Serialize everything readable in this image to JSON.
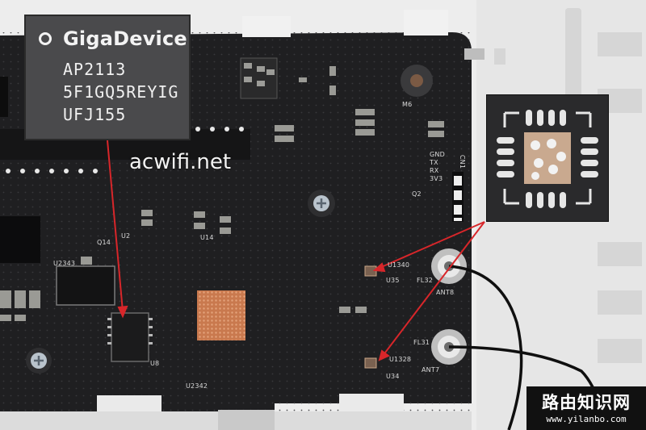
{
  "chip_marking": {
    "brand": "GigaDevice",
    "line1": "AP2113",
    "line2": "5F1GQ5REYIG",
    "line3": "UFJ155"
  },
  "watermark": "acwifi.net",
  "silkscreen": {
    "gnd": "GND",
    "tx": "TX",
    "rx": "RX",
    "v33": "3V3",
    "cn1": "CN1",
    "m6": "M6",
    "u1340": "U1340",
    "u35": "U35",
    "fl32": "FL32",
    "ant8": "ANT8",
    "fl31": "FL31",
    "u1328": "U1328",
    "u34": "U34",
    "ant7": "ANT7",
    "u2343": "U2343",
    "u2342": "U2342",
    "u2": "U2",
    "u14": "U14",
    "q14": "Q14",
    "u8": "U8",
    "q2": "Q2"
  },
  "site_badge": {
    "name": "路由知识网",
    "url": "www.yilanbo.com"
  },
  "colors": {
    "pcb": "#1f1f21",
    "annotation_arrow": "#d8262a",
    "copper": "#d9895d"
  }
}
